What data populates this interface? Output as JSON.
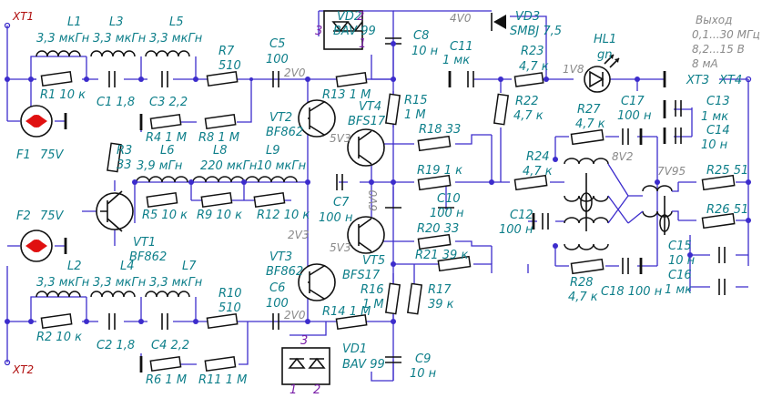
{
  "connectors": {
    "xt1": "XT1",
    "xt2": "XT2",
    "xt3": "XT3",
    "xt4": "XT4"
  },
  "fuses": [
    {
      "ref": "F1",
      "value": "75V"
    },
    {
      "ref": "F2",
      "value": "75V"
    }
  ],
  "inductors": {
    "l1": "L1",
    "l1v": "3,3 мкГн",
    "l3": "L3",
    "l3v": "3,3 мкГн",
    "l5": "L5",
    "l5v": "3,3 мкГн",
    "l2": "L2",
    "l2v": "3,3 мкГн",
    "l4": "L4",
    "l4v": "3,3 мкГн",
    "l7": "L7",
    "l7v": "3,3 мкГн",
    "l6": "L6",
    "l6v": "3,9 мГн",
    "l8": "L8",
    "l8v": "220 мкГн",
    "l9": "L9",
    "l9v": "10 мкГн"
  },
  "resistors": {
    "r1": "R1 10 к",
    "r2": "R2 10 к",
    "r3": "R3",
    "r3v": "33",
    "r4": "R4 1 М",
    "r81": "R8 1 М",
    "r6": "R6 1 М",
    "r11": "R11 1 М",
    "r5": "R5 10 к",
    "r9": "R9 10 к",
    "r12": "R12 10 к",
    "r7": "R7",
    "r7v": "510",
    "r10": "R10",
    "r10v": "510",
    "r13": "R13 1 М",
    "r14": "R14 1 М",
    "r15": "R15",
    "r15v": "1 М",
    "r16": "R16",
    "r16v": "1 М",
    "r17": "R17",
    "r17v": "39 к",
    "r18": "R18 33",
    "r19": "R19 1 к",
    "r20": "R20 33",
    "r21": "R21 39 к",
    "r22": "R22",
    "r22v": "4,7 к",
    "r23": "R23",
    "r23v": "4,7 к",
    "r24": "R24",
    "r24v": "4,7 к",
    "r27": "R27",
    "r27v": "4,7 к",
    "r28": "R28",
    "r28v": "4,7 к",
    "r25": "R25 51",
    "r26": "R26 51"
  },
  "capacitors": {
    "c1": "C1 1,8",
    "c2": "C2 1,8",
    "c3": "C3 2,2",
    "c4": "C4 2,2",
    "c5": "C5",
    "c5v": "100",
    "c6": "C6",
    "c6v": "100",
    "c7": "C7",
    "c7v": "100 н",
    "c8": "C8",
    "c8v": "10 н",
    "c9": "C9",
    "c9v": "10 н",
    "c10": "C10",
    "c10v": "100 н",
    "c11": "C11",
    "c11v": "1 мк",
    "c12": "C12",
    "c12v": "100 н",
    "c13": "C13",
    "c13v": "1 мк",
    "c14": "C14",
    "c14v": "10 н",
    "c15": "C15",
    "c15v": "10 н",
    "c16": "C16",
    "c16v": "1 мк",
    "c17": "C17",
    "c17v": "100 н",
    "c18": "C18 100 н"
  },
  "semis": {
    "vd1": "VD1",
    "vd1v": "BAV 99",
    "vd2": "VD2",
    "vd2v": "BAV 99",
    "vd3": "VD3",
    "vd3v": "SMBJ 7,5",
    "hl1": "HL1",
    "hl1v": "gn",
    "vt1": "VT1",
    "vt1v": "BF862",
    "vt2": "VT2",
    "vt2v": "BF862",
    "vt3": "VT3",
    "vt3v": "BF862",
    "vt4": "VT4",
    "vt4v": "BFS17",
    "vt5": "VT5",
    "vt5v": "BFS17"
  },
  "pins": {
    "p1": "1",
    "p2": "2",
    "p3": "3"
  },
  "voltages": {
    "v4": "4V0",
    "v2a": "2V0",
    "v2b": "2V0",
    "v23": "2V3",
    "v53a": "5V3",
    "v53b": "5V3",
    "v60": "6V0",
    "v18": "1V8",
    "v82": "8V2",
    "v795": "7V95"
  },
  "output": {
    "title": "Выход",
    "line1": "0,1...30 МГц",
    "line2": "8,2...15 В",
    "line3": "8 мА"
  }
}
